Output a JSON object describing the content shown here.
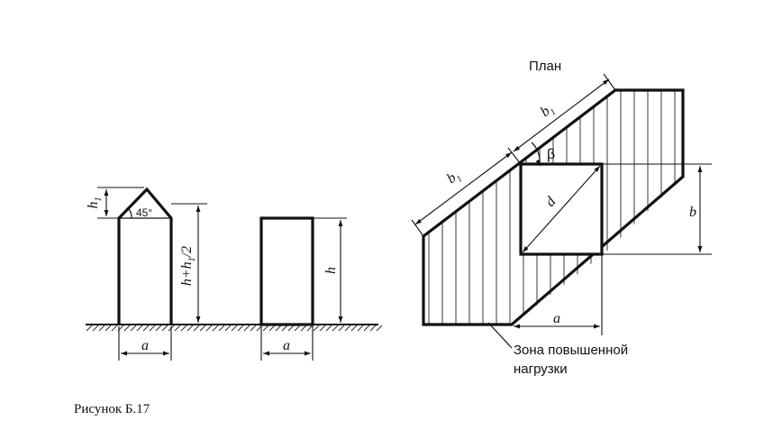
{
  "figure": {
    "caption": "Рисунок Б.17",
    "plan_title": "План",
    "zone_label_line1": "Зона повышенной",
    "zone_label_line2": "нагрузки",
    "angle_label": "45°",
    "labels": {
      "a": "a",
      "h": "h",
      "h1": "h",
      "h1_sub": "1",
      "hh": "h+h",
      "hh_sub": "1",
      "hh_tail": "/2",
      "b": "b",
      "b1": "b",
      "b1_sub": "1",
      "beta": "β",
      "d": "d"
    }
  }
}
